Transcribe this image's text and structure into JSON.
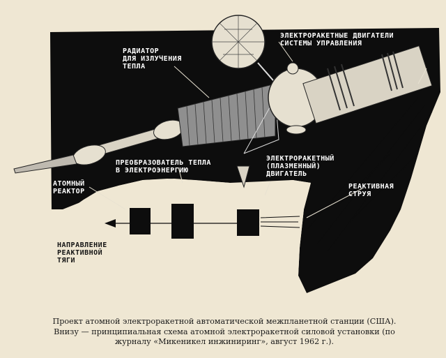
{
  "labels": {
    "radiator": "РАДИАТОР\nДЛЯ ИЗЛУЧЕНИЯ\nТЕПЛА",
    "control_engines": "ЭЛЕКТРОРАКЕТНЫЕ ДВИГАТЕЛИ\nСИСТЕМЫ УПРАВЛЕНИЯ",
    "heat_converter": "ПРЕОБРАЗОВАТЕЛЬ ТЕПЛА\nВ ЭЛЕКТРОЭНЕРГИЮ",
    "plasma_engine": "ЭЛЕКТРОРАКЕТНЫЙ\n(ПЛАЗМЕННЫЙ)\nДВИГАТЕЛЬ",
    "reactor": "АТОМНЫЙ\nРЕАКТОР",
    "jet_stream": "РЕАКТИВНАЯ\nСТРУЯ",
    "thrust_direction": "НАПРАВЛЕНИЕ\nРЕАКТИВНОЙ\nТЯГИ"
  },
  "caption": {
    "line1": "Проект атомной электроракетной автоматической межпланетной станции (США).",
    "line2": "Внизу — принципиальная схема атомной электроракетной силовой установки (по",
    "line3": "журналу «Микеникел инжиниринг», август 1962 г.)."
  },
  "colors": {
    "background": "#efe7d3",
    "ink": "#0d0d0d",
    "paper": "#efe7d3"
  }
}
